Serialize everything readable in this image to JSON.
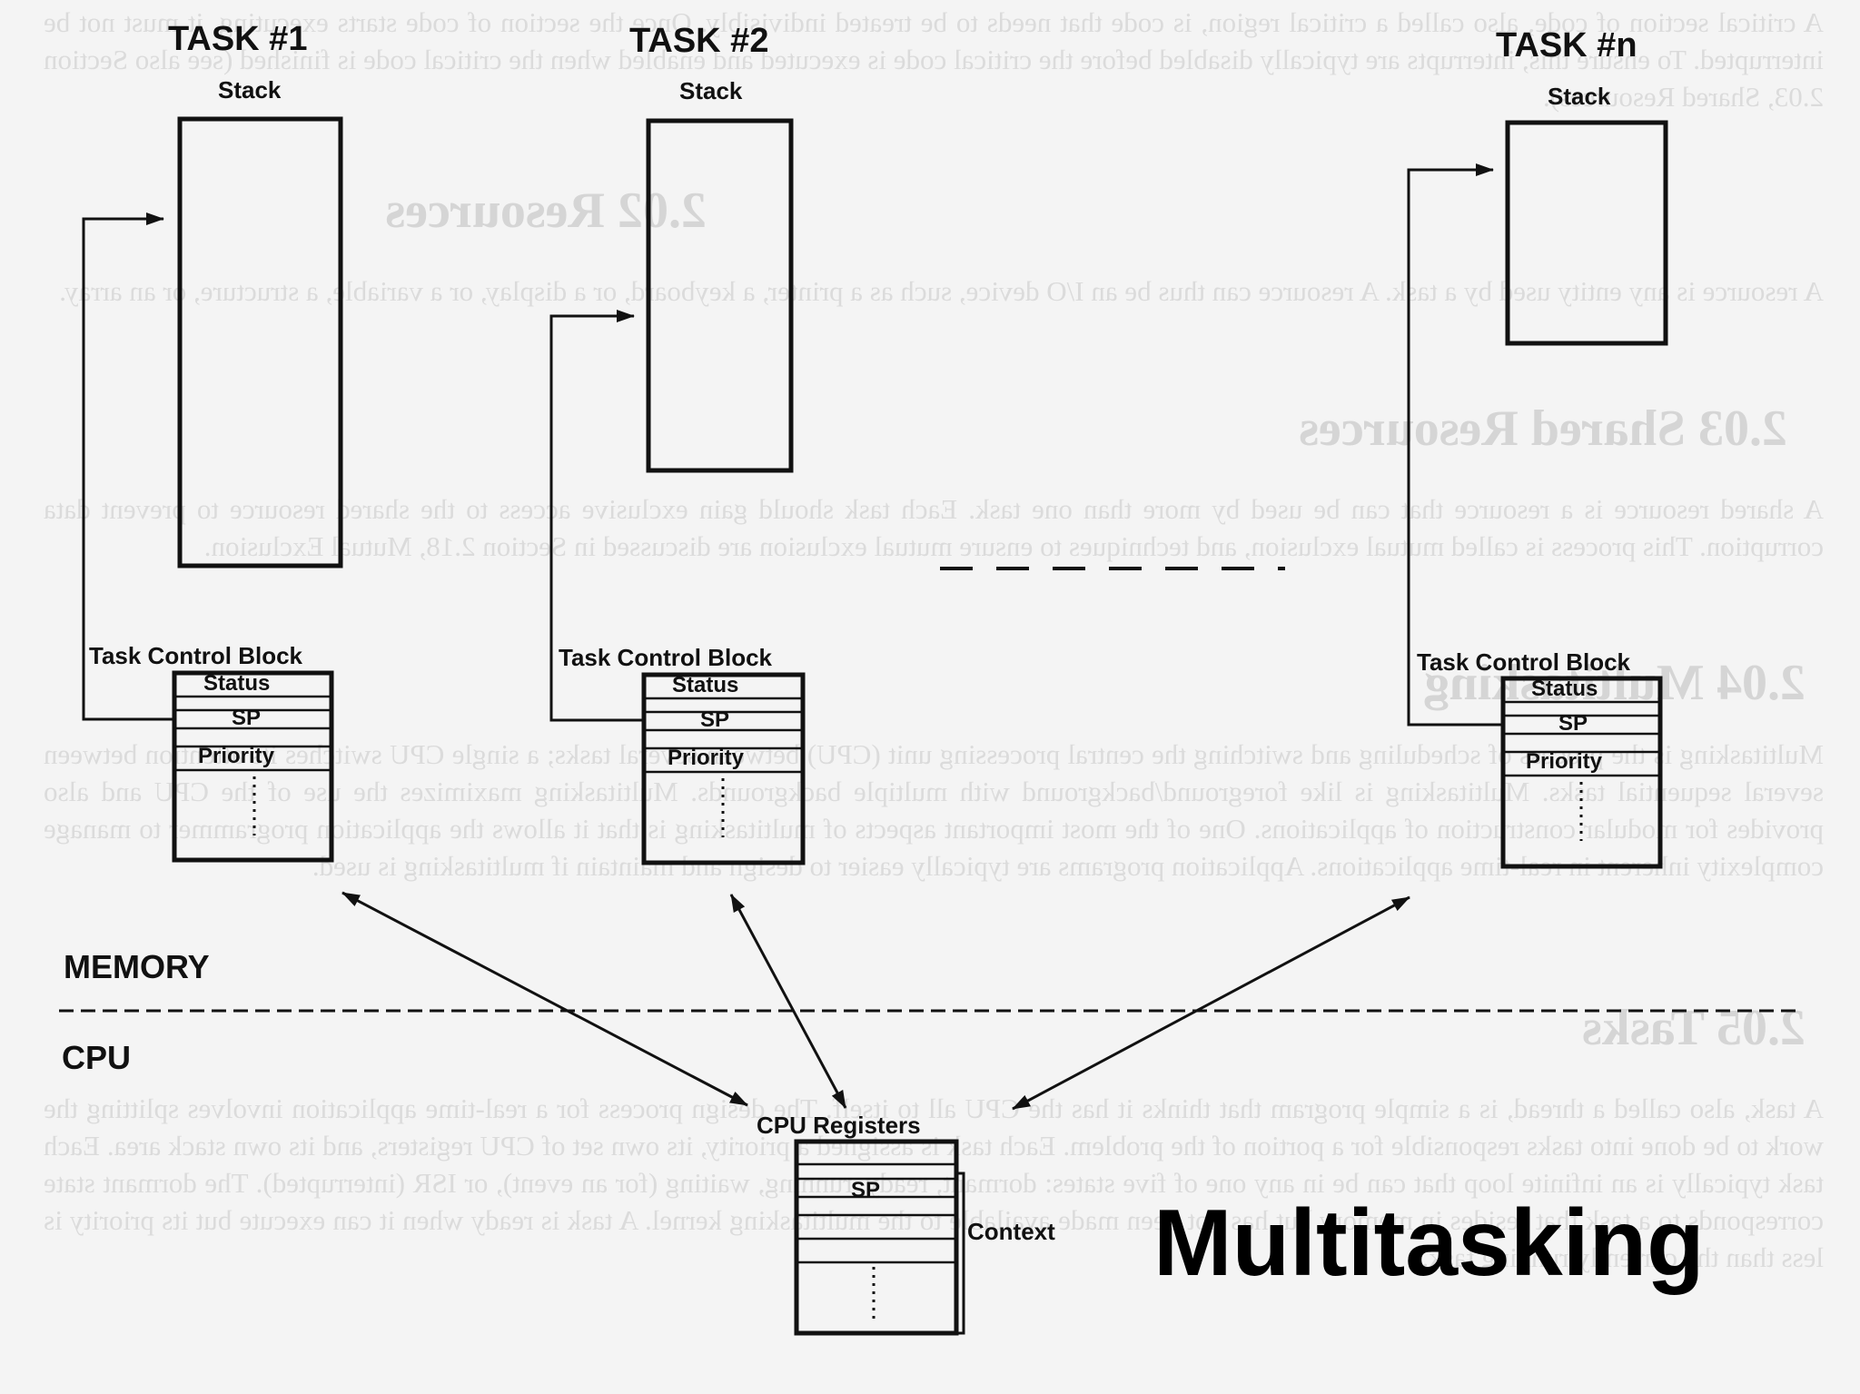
{
  "slide_title": "Multitasking",
  "tasks": [
    {
      "title": "TASK #1",
      "stack_label": "Stack",
      "tcb_label": "Task Control Block",
      "fields": [
        "Status",
        "SP",
        "Priority"
      ]
    },
    {
      "title": "TASK #2",
      "stack_label": "Stack",
      "tcb_label": "Task Control Block",
      "fields": [
        "Status",
        "SP",
        "Priority"
      ]
    },
    {
      "title": "TASK #n",
      "stack_label": "Stack",
      "tcb_label": "Task Control Block",
      "fields": [
        "Status",
        "SP",
        "Priority"
      ]
    }
  ],
  "regions": {
    "memory": "MEMORY",
    "cpu": "CPU"
  },
  "cpu_registers": {
    "label": "CPU Registers",
    "sp": "SP",
    "context": "Context"
  },
  "colors": {
    "ink": "#111111",
    "paper": "#f4f4f4",
    "ghost_text": "#c7c7c7"
  }
}
